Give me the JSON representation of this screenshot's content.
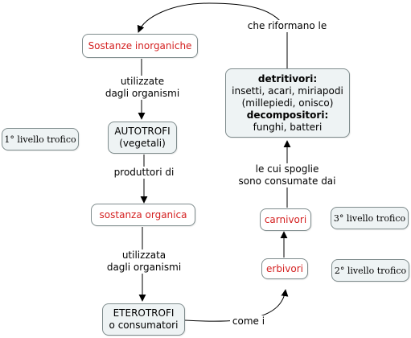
{
  "nodes": {
    "inorganic": "Sostanze inorganiche",
    "autotrophs": {
      "line1": "AUTOTROFI",
      "line2": "(vegetali)"
    },
    "organic": "sostanza organica",
    "heterotrophs": {
      "line1": "ETEROTROFI",
      "line2": "o consumatori"
    },
    "herbivores": "erbivori",
    "carnivores": "carnivori",
    "detritus": {
      "title1": "detritivori:",
      "line1": "insetti, acari, miriapodi",
      "line2": "(millepiedi, onisco)",
      "title2": "decompositori:",
      "line3": "funghi, batteri"
    },
    "level1": "1° livello trofico",
    "level2": "2° livello trofico",
    "level3": "3° livello trofico"
  },
  "links": {
    "used_by": {
      "line1": "utilizzate",
      "line2": "dagli organismi"
    },
    "producers_of": "produttori di",
    "used_by_organic": {
      "line1": "utilizzata",
      "line2": "dagli organismi"
    },
    "such_as": "come i",
    "remains": {
      "line1": "le cui spoglie",
      "line2": "sono consumate dai"
    },
    "reform": "che riformano le"
  },
  "colors": {
    "highlight_text": "#d42020",
    "box_fill": "#eef3f4",
    "border": "#7f8c8d"
  }
}
